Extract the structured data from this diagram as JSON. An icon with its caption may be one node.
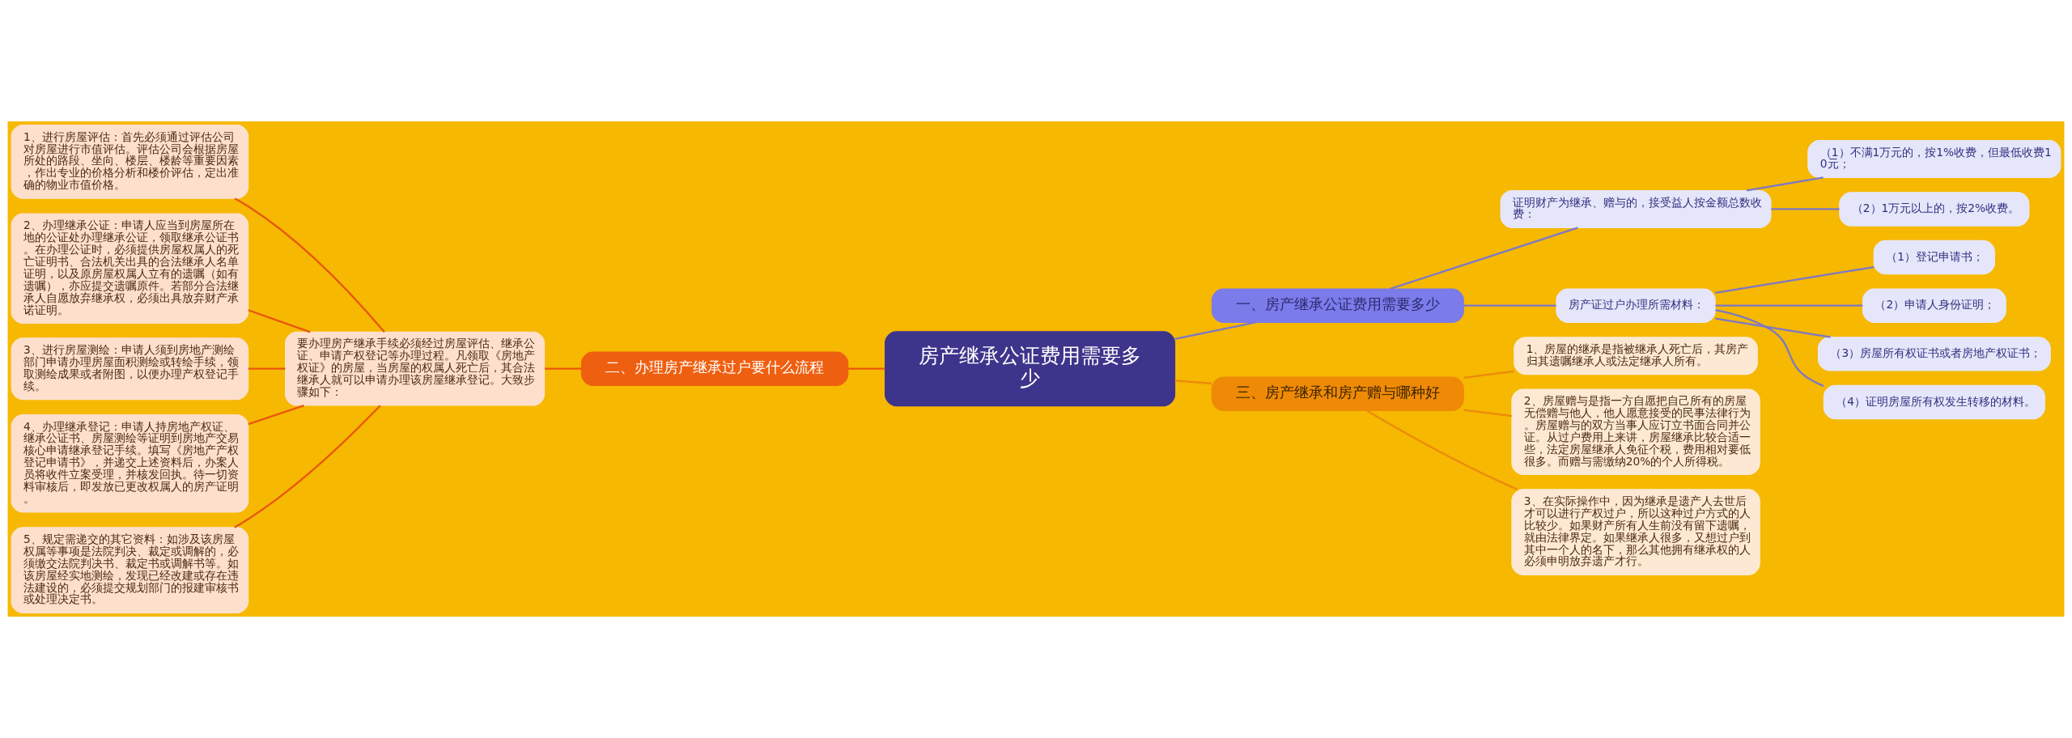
{
  "diagram": {
    "nodes": [
      {
        "text": [
          "房产继承公证费用需要多少"
        ]
      },
      {
        "text": [
          "一、房产继承公证费用需要多少"
        ]
      },
      {
        "text": [
          "证明财产为继承、赠与的，接受益人按金额总数收费："
        ]
      },
      {
        "text": [
          "（1）不满1万元的，按1%收费，但最低收费10元；"
        ]
      },
      {
        "text": [
          "（2）1万元以上的，按2%收费。"
        ]
      },
      {
        "text": [
          "房产证过户办理所需材料："
        ]
      },
      {
        "text": [
          "（1）登记申请书；"
        ]
      },
      {
        "text": [
          "（2）申请人身份证明；"
        ]
      },
      {
        "text": [
          "（3）房屋所有权证书或者房地产权证书；"
        ]
      },
      {
        "text": [
          "（4）证明房屋所有权发生转移的材料。"
        ]
      },
      {
        "text": [
          "二、办理房产继承过户要什么流程"
        ]
      },
      {
        "text": [
          "要办理房产继承手续必须经过房屋评估、继承公证、申请产权登记等办理过程。凡领取《房地产权证》的房屋，当房屋的权属人死亡后，其合法继承人就可以申请办理该房屋继承登记。大致步骤如下："
        ]
      },
      {
        "text": [
          "1、进行房屋评估：首先必须通过评估公司对房屋进行市值评估。评估公司会根据房屋所处的路段、坐向、楼层、楼龄等重要因素，作出专业的价格分析和楼价评估，定出准确的物业市值价格。"
        ]
      },
      {
        "text": [
          "2、办理继承公证：申请人应当到房屋所在地的公证处办理继承公证，领取继承公证书。在办理公证时，必须提供房屋权属人的死亡证明书、合法机关出具的合法继承人名单证明，以及原房屋权属人立有的遗嘱（如有遗嘱），亦应提交遗嘱原件。若部分合法继承人自愿放弃继承权，必须出具放弃财产承诺证明。"
        ]
      },
      {
        "text": [
          "3、进行房屋测绘：申请人须到房地产测绘部门申请办理房屋面积测绘或转绘手续，领取测绘成果或者附图，以便办理产权登记手续。"
        ]
      },
      {
        "text": [
          "4、办理继承登记：申请人持房地产权证、继承公证书、房屋测绘等证明到房地产交易核心申请继承登记手续。填写《房地产产权登记申请书》，并递交上述资料后，办案人员将收件立案受理，并核发回执。待一切资料审核后，即发放已更改权属人的房产证明。"
        ]
      },
      {
        "text": [
          "5、规定需递交的其它资料：如涉及该房屋权属等事项是法院判决、裁定或调解的，必须缴交法院判决书、裁定书或调解书等。如该房屋经实地测绘，发现已经改建或存在违法建设的，必须提交规划部门的报建审核书或处理决定书。"
        ]
      },
      {
        "text": [
          "三、房产继承和房产赠与哪种好"
        ]
      },
      {
        "text": [
          "1、房屋的继承是指被继承人死亡后，其房产归其遗嘱继承人或法定继承人所有。"
        ]
      },
      {
        "text": [
          "2、房屋赠与是指一方自愿把自己所有的房屋无偿赠与他人，他人愿意接受的民事法律行为。房屋赠与的双方当事人应订立书面合同并公证。从过户费用上来讲，房屋继承比较合适一些，法定房屋继承人免征个税，费用相对要低很多。而赠与需缴纳20%的个人所得税。"
        ]
      },
      {
        "text": [
          "3、在实际操作中，因为继承是遗产人去世后才可以进行产权过户，所以这种过户方式的人比较少。如果财产所有人生前没有留下遗嘱，就由法律界定。如果继承人很多，又想过户到其中一个人的名下，那么其他拥有继承权的人必须申明放弃遗产才行。"
        ]
      }
    ],
    "edges": [
      {
        "from": 0,
        "to": 1,
        "arrow": "none"
      },
      {
        "from": 1,
        "to": 2,
        "arrow": "none"
      },
      {
        "from": 2,
        "to": 3,
        "arrow": "none"
      },
      {
        "from": 2,
        "to": 4,
        "arrow": "none"
      },
      {
        "from": 1,
        "to": 5,
        "arrow": "none"
      },
      {
        "from": 5,
        "to": 6,
        "arrow": "none"
      },
      {
        "from": 5,
        "to": 7,
        "arrow": "none"
      },
      {
        "from": 5,
        "to": 8,
        "arrow": "none"
      },
      {
        "from": 5,
        "to": 9,
        "arrow": "none"
      },
      {
        "from": 0,
        "to": 10,
        "arrow": "none",
        "color": "#e8570e"
      },
      {
        "from": 10,
        "to": 11,
        "arrow": "none",
        "color": "#e8570e"
      },
      {
        "from": 11,
        "to": 12,
        "arrow": "none",
        "color": "#e8570e"
      },
      {
        "from": 11,
        "to": 13,
        "arrow": "none",
        "color": "#e8570e"
      },
      {
        "from": 11,
        "to": 14,
        "arrow": "none",
        "color": "#e8570e"
      },
      {
        "from": 11,
        "to": 15,
        "arrow": "none",
        "color": "#e8570e"
      },
      {
        "from": 11,
        "to": 16,
        "arrow": "none",
        "color": "#e8570e"
      },
      {
        "from": 0,
        "to": 17,
        "arrow": "none",
        "color": "#ea8a0c"
      },
      {
        "from": 17,
        "to": 18,
        "arrow": "none",
        "color": "#ea8a0c"
      },
      {
        "from": 17,
        "to": 19,
        "arrow": "none",
        "color": "#ea8a0c"
      },
      {
        "from": 17,
        "to": 20,
        "arrow": "none",
        "color": "#ea8a0c"
      }
    ]
  }
}
